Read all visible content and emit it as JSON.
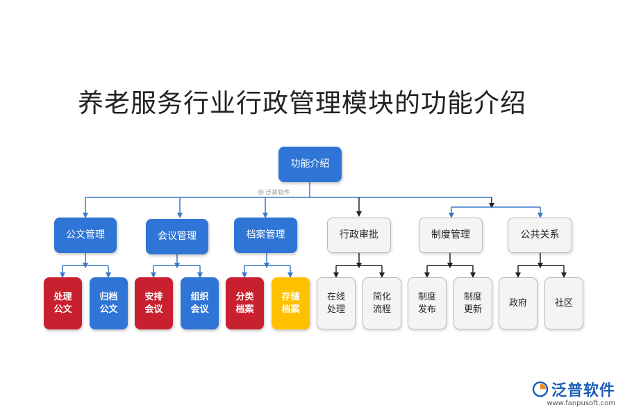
{
  "title": "养老服务行业行政管理模块的功能介绍",
  "root": {
    "label": "功能介绍"
  },
  "watermark": "泛普软件",
  "modules": [
    {
      "label": "公文管理",
      "style": "blue",
      "children": [
        {
          "label": "处理\n公文",
          "style": "red"
        },
        {
          "label": "归档\n公文",
          "style": "blue"
        }
      ]
    },
    {
      "label": "会议管理",
      "style": "blue",
      "children": [
        {
          "label": "安排\n会议",
          "style": "red"
        },
        {
          "label": "组织\n会议",
          "style": "blue"
        }
      ]
    },
    {
      "label": "档案管理",
      "style": "blue",
      "children": [
        {
          "label": "分类\n档案",
          "style": "red"
        },
        {
          "label": "存储\n档案",
          "style": "yellow"
        }
      ]
    },
    {
      "label": "行政审批",
      "style": "gray",
      "children": [
        {
          "label": "在线\n处理",
          "style": "gray"
        },
        {
          "label": "简化\n流程",
          "style": "gray"
        }
      ]
    },
    {
      "label": "制度管理",
      "style": "gray",
      "children": [
        {
          "label": "制度\n发布",
          "style": "gray"
        },
        {
          "label": "制度\n更新",
          "style": "gray"
        }
      ]
    },
    {
      "label": "公共关系",
      "style": "gray",
      "children": [
        {
          "label": "政府",
          "style": "gray"
        },
        {
          "label": "社区",
          "style": "gray"
        }
      ]
    }
  ],
  "logo": {
    "name": "泛普软件",
    "url": "www.fanpusoft.com"
  },
  "colors": {
    "blue": "#2f75d6",
    "red": "#c8202f",
    "yellow": "#ffc000",
    "gray_fill": "#f4f4f4",
    "connector_blue": "#3a78c8",
    "connector_black": "#222222"
  }
}
